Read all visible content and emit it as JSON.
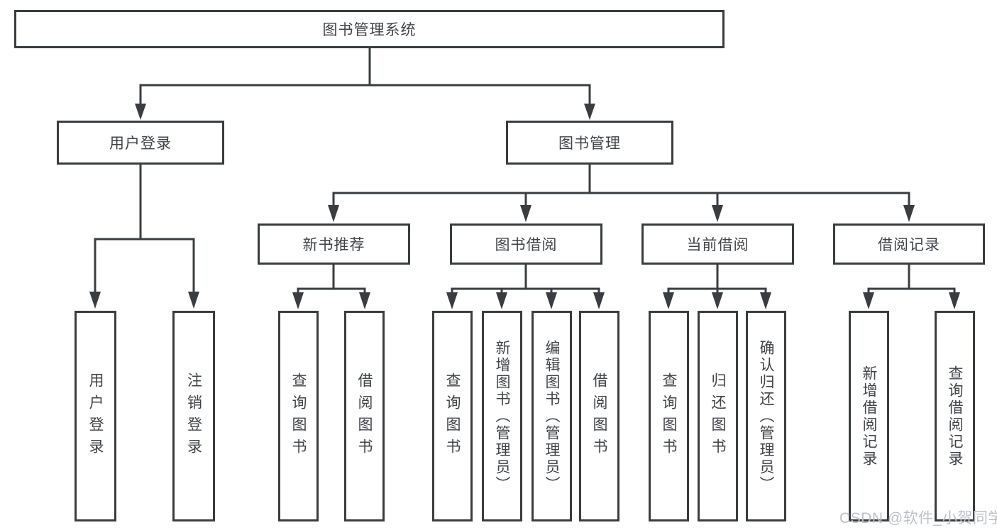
{
  "diagram": {
    "root": {
      "label": "图书管理系统"
    },
    "level2": [
      {
        "label": "用户登录"
      },
      {
        "label": "图书管理"
      }
    ],
    "level3": [
      {
        "label": "新书推荐"
      },
      {
        "label": "图书借阅"
      },
      {
        "label": "当前借阅"
      },
      {
        "label": "借阅记录"
      }
    ],
    "leaves": {
      "user_login": [
        {
          "label": "用户登录"
        },
        {
          "label": "注销登录"
        }
      ],
      "new_books": [
        {
          "label": "查询图书"
        },
        {
          "label": "借阅图书"
        }
      ],
      "book_borrow": [
        {
          "label": "查询图书"
        },
        {
          "label": "新增图书（管理员）"
        },
        {
          "label": "编辑图书（管理员）"
        },
        {
          "label": "借阅图书"
        }
      ],
      "current_borrow": [
        {
          "label": "查询图书"
        },
        {
          "label": "归还图书"
        },
        {
          "label": "确认归还（管理员）"
        }
      ],
      "borrow_records": [
        {
          "label": "新增借阅记录"
        },
        {
          "label": "查询借阅记录"
        }
      ]
    }
  },
  "watermark": "CSDN @软件_小贺同学",
  "colors": {
    "line": "#3a3d40",
    "text": "#404347",
    "watermark": "#bdc1c7",
    "background": "#ffffff"
  }
}
